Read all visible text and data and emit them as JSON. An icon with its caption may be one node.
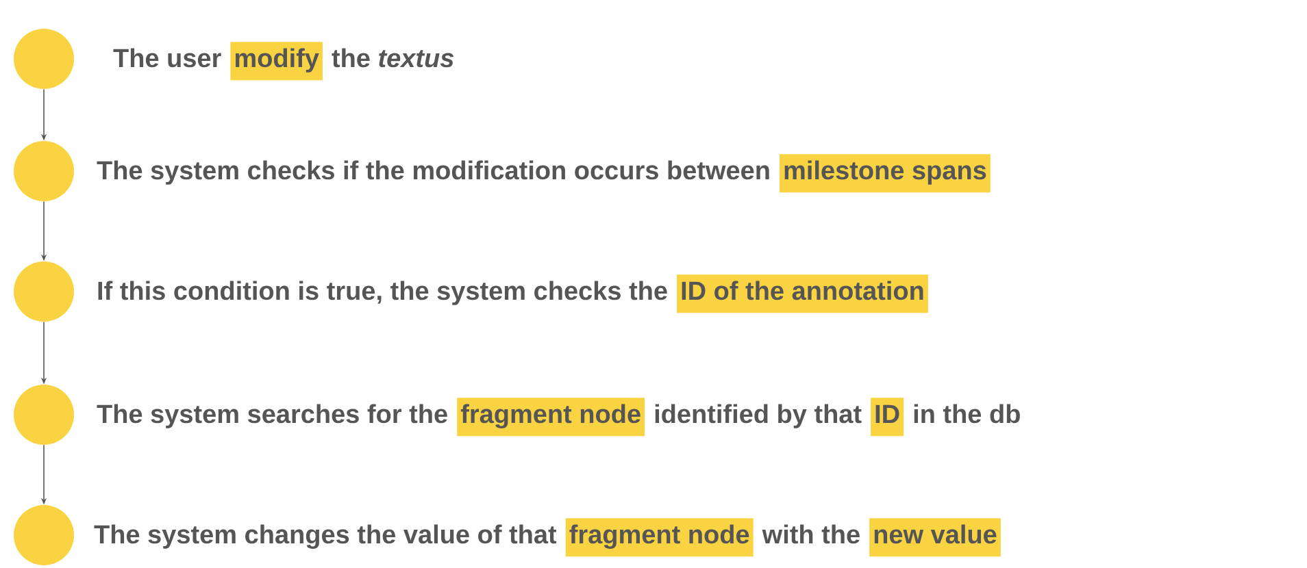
{
  "diagram": {
    "nodes": [
      {
        "text": [],
        "shape": "circle",
        "beside": [
          "The user",
          "modify",
          "the *textus*"
        ]
      },
      {
        "text": [],
        "shape": "circle",
        "beside": [
          "The system checks if the modification occurs between",
          "milestone spans"
        ]
      },
      {
        "text": [],
        "shape": "circle",
        "beside": [
          "If this condition is true, the system checks the",
          "ID of the annotation"
        ]
      },
      {
        "text": [],
        "shape": "circle",
        "beside": [
          "The system searches for the",
          "fragment node",
          "identified by that",
          "ID",
          "in the db"
        ]
      },
      {
        "text": [],
        "shape": "circle",
        "beside": [
          "The system changes the value of that",
          "fragment node",
          "with the",
          "new value"
        ]
      }
    ],
    "edges": [
      {
        "from": 0,
        "to": 1,
        "arrow": "to"
      },
      {
        "from": 1,
        "to": 2,
        "arrow": "to"
      },
      {
        "from": 2,
        "to": 3,
        "arrow": "to"
      },
      {
        "from": 3,
        "to": 4,
        "arrow": "to"
      }
    ]
  }
}
